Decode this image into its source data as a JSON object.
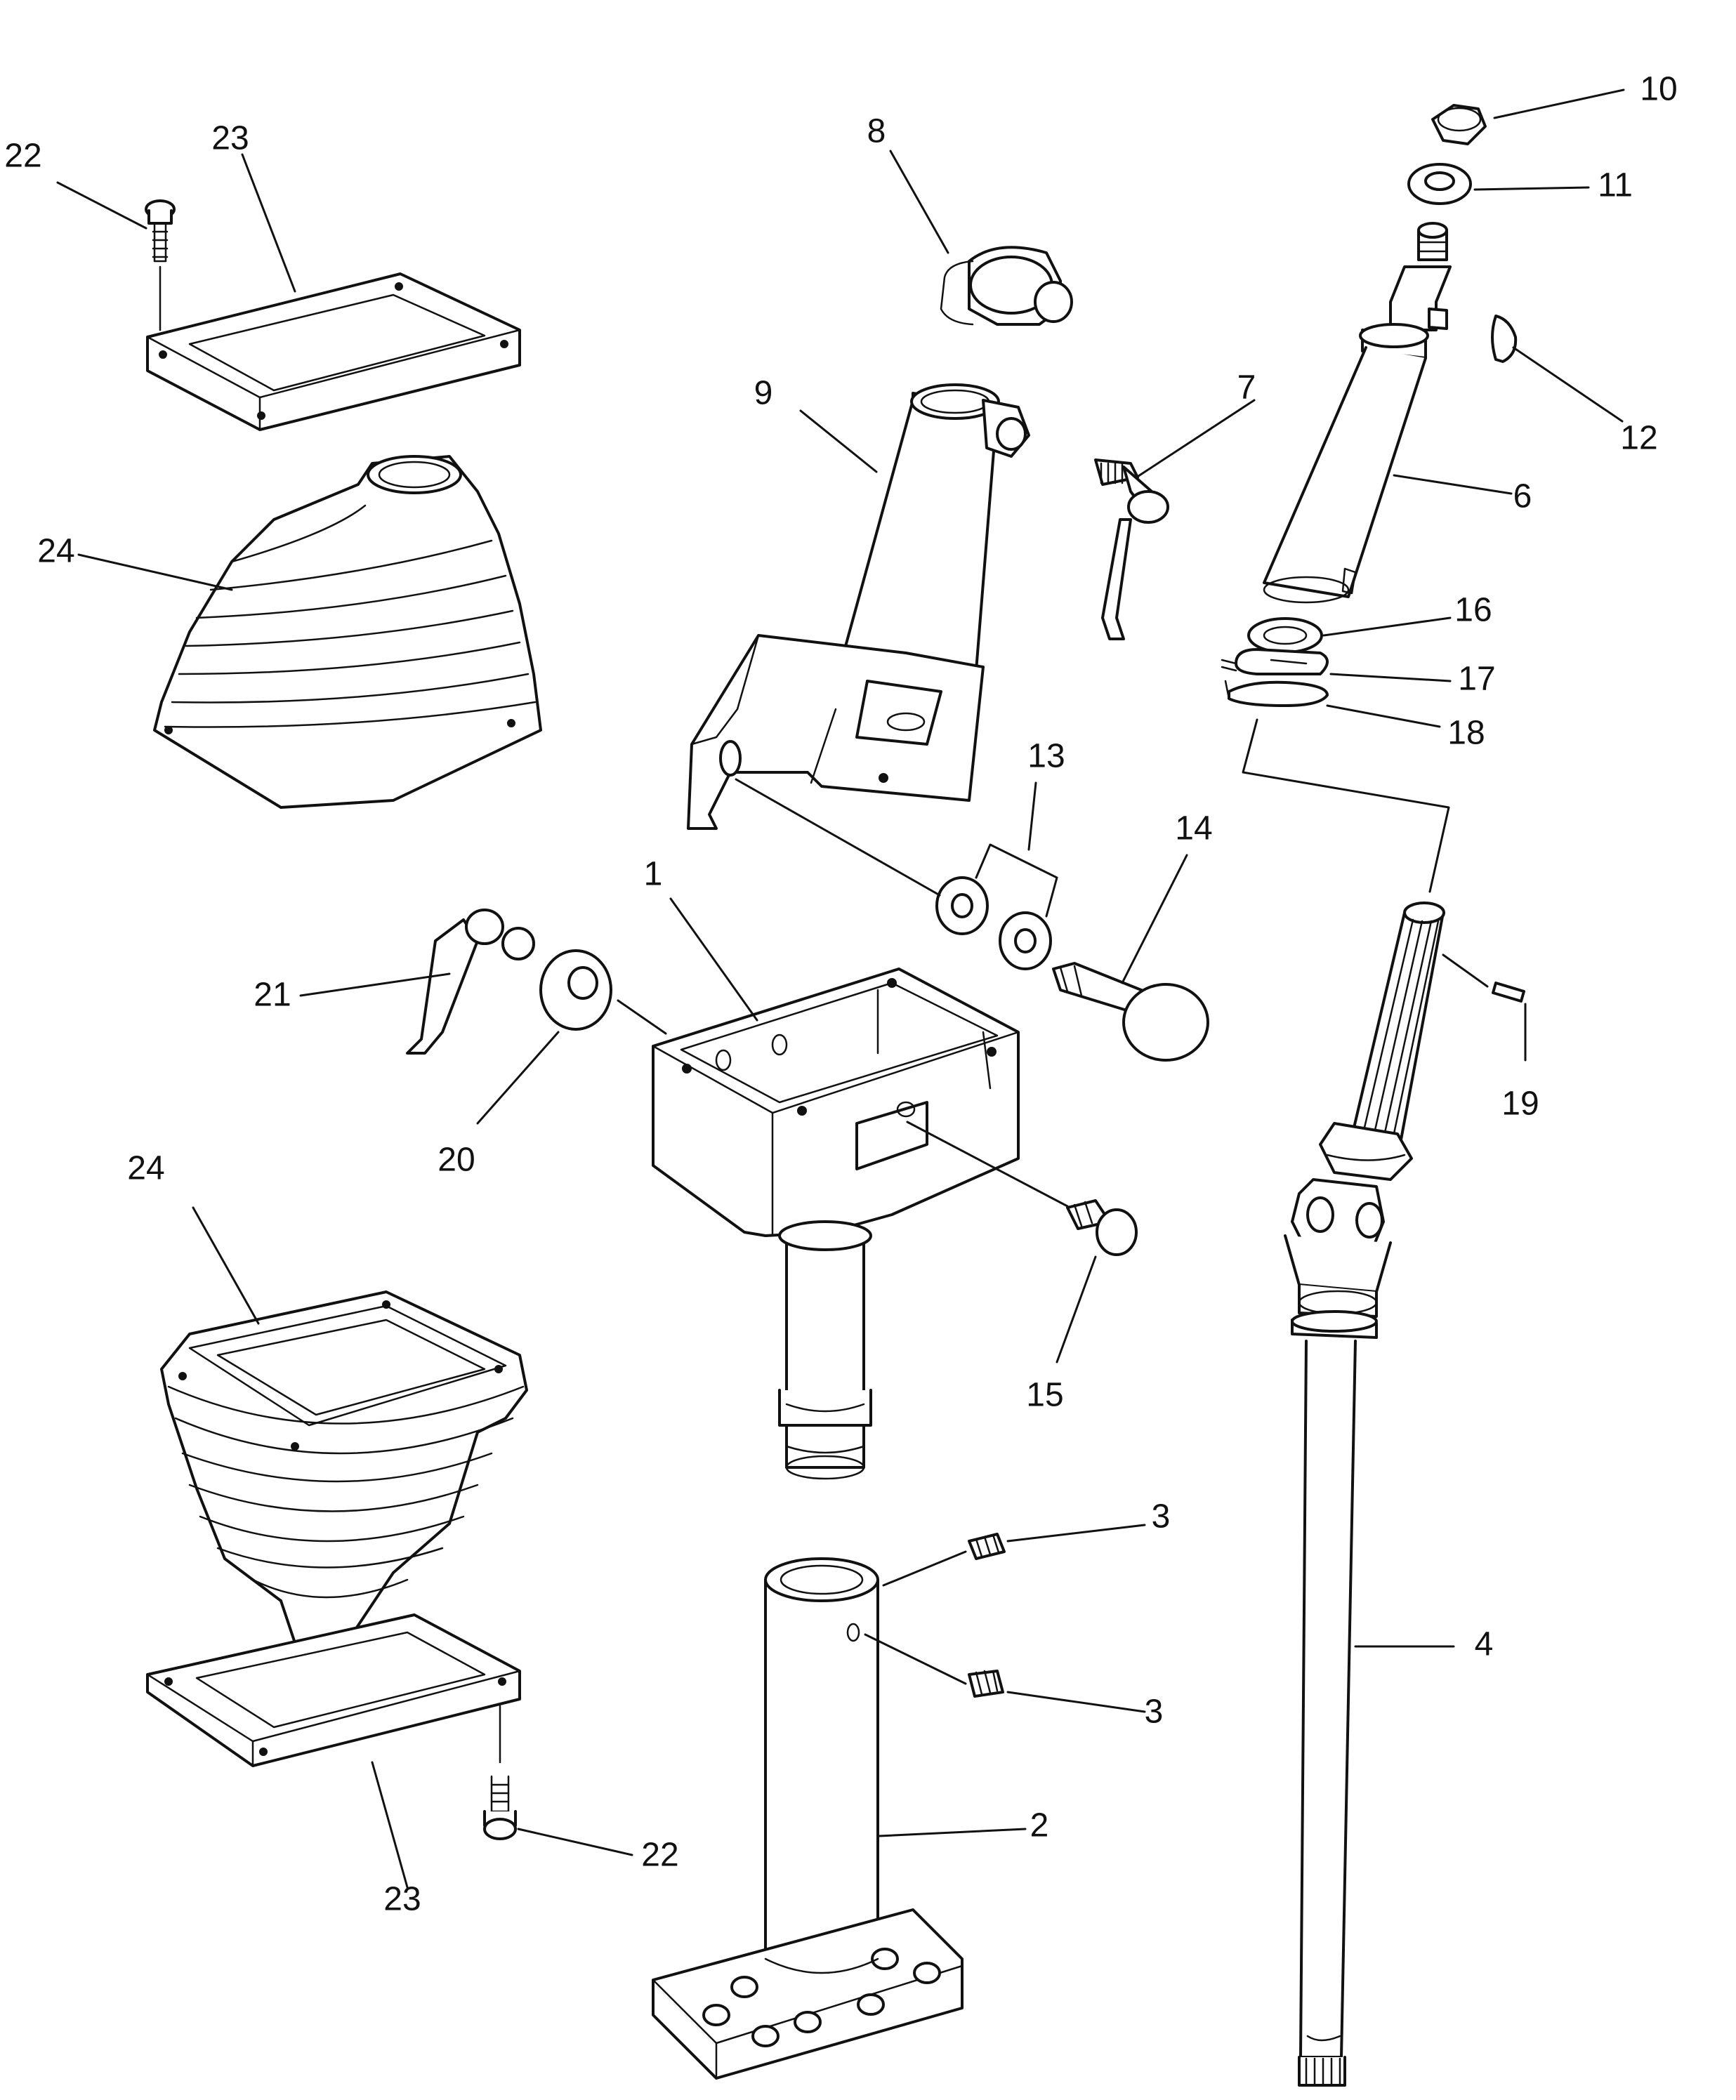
{
  "diagram": {
    "part_numbers": [
      "1",
      "2",
      "3",
      "3",
      "4",
      "6",
      "7",
      "8",
      "9",
      "10",
      "11",
      "12",
      "13",
      "14",
      "15",
      "16",
      "17",
      "18",
      "19",
      "20",
      "21",
      "22",
      "22",
      "23",
      "23",
      "24",
      "24"
    ]
  }
}
